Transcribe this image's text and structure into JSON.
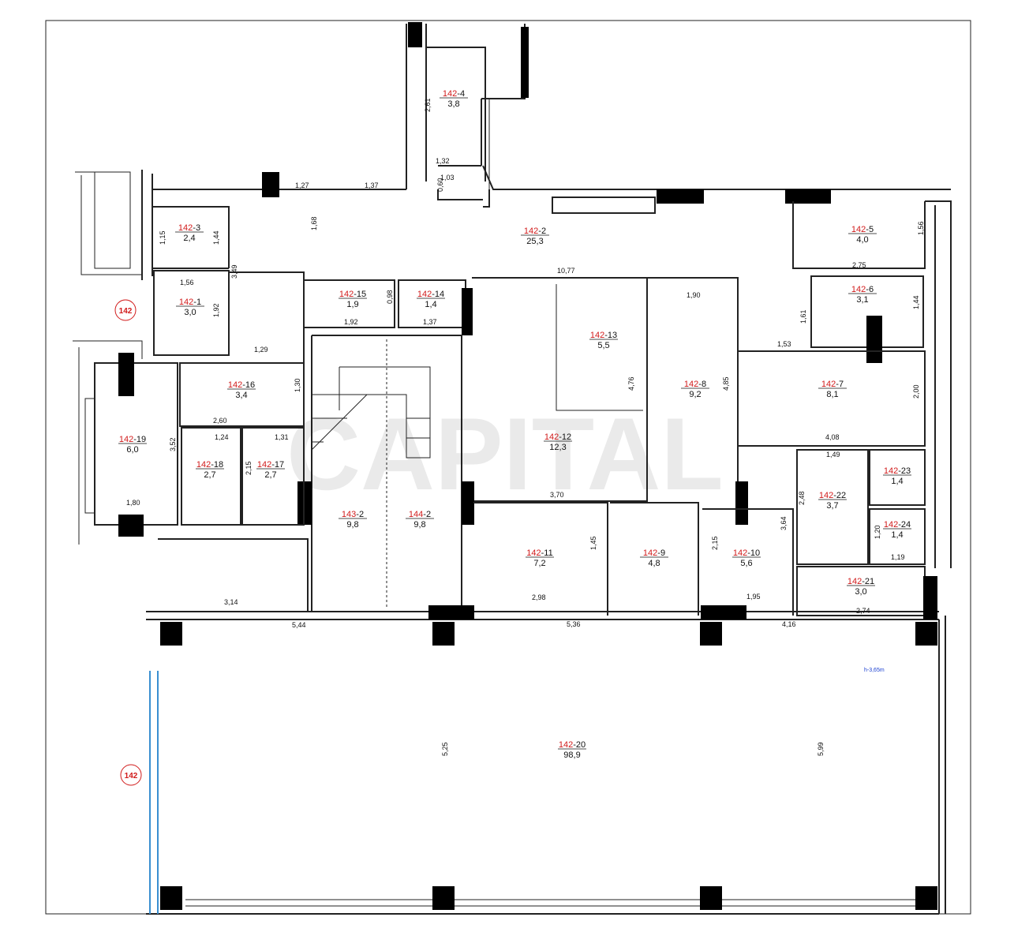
{
  "rooms": [
    {
      "id": "r1",
      "prefix": "142",
      "suffix": "-1",
      "area": "3,0"
    },
    {
      "id": "r2",
      "prefix": "142",
      "suffix": "-2",
      "area": "25,3"
    },
    {
      "id": "r3",
      "prefix": "142",
      "suffix": "-3",
      "area": "2,4"
    },
    {
      "id": "r4",
      "prefix": "142",
      "suffix": "-4",
      "area": "3,8"
    },
    {
      "id": "r5",
      "prefix": "142",
      "suffix": "-5",
      "area": "4,0"
    },
    {
      "id": "r6",
      "prefix": "142",
      "suffix": "-6",
      "area": "3,1"
    },
    {
      "id": "r7",
      "prefix": "142",
      "suffix": "-7",
      "area": "8,1"
    },
    {
      "id": "r8",
      "prefix": "142",
      "suffix": "-8",
      "area": "9,2"
    },
    {
      "id": "r9",
      "prefix": "142",
      "suffix": "-9",
      "area": "4,8"
    },
    {
      "id": "r10",
      "prefix": "142",
      "suffix": "-10",
      "area": "5,6"
    },
    {
      "id": "r11",
      "prefix": "142",
      "suffix": "-11",
      "area": "7,2"
    },
    {
      "id": "r12",
      "prefix": "142",
      "suffix": "-12",
      "area": "12,3"
    },
    {
      "id": "r13",
      "prefix": "142",
      "suffix": "-13",
      "area": "5,5"
    },
    {
      "id": "r14",
      "prefix": "142",
      "suffix": "-14",
      "area": "1,4"
    },
    {
      "id": "r15",
      "prefix": "142",
      "suffix": "-15",
      "area": "1,9"
    },
    {
      "id": "r16",
      "prefix": "142",
      "suffix": "-16",
      "area": "3,4"
    },
    {
      "id": "r17",
      "prefix": "142",
      "suffix": "-17",
      "area": "2,7"
    },
    {
      "id": "r18",
      "prefix": "142",
      "suffix": "-18",
      "area": "2,7"
    },
    {
      "id": "r19",
      "prefix": "142",
      "suffix": "-19",
      "area": "6,0"
    },
    {
      "id": "r20",
      "prefix": "142",
      "suffix": "-20",
      "area": "98,9"
    },
    {
      "id": "r21",
      "prefix": "142",
      "suffix": "-21",
      "area": "3,0"
    },
    {
      "id": "r22",
      "prefix": "142",
      "suffix": "-22",
      "area": "3,7"
    },
    {
      "id": "r23",
      "prefix": "142",
      "suffix": "-23",
      "area": "1,4"
    },
    {
      "id": "r24",
      "prefix": "142",
      "suffix": "-24",
      "area": "1,4"
    },
    {
      "id": "r1432",
      "prefix": "143",
      "suffix": "-2",
      "area": "9,8"
    },
    {
      "id": "r1442",
      "prefix": "144",
      "suffix": "-2",
      "area": "9,8"
    }
  ],
  "dimensions": [
    "2,61",
    "1,32",
    "1,03",
    "0,60",
    "1,27",
    "1,37",
    "1,68",
    "1,15",
    "1,44",
    "3,49",
    "1,56",
    "1,92",
    "0,98",
    "1,92",
    "1,37",
    "10,77",
    "1,90",
    "1,56",
    "2,75",
    "1,61",
    "1,44",
    "1,53",
    "1,29",
    "1,30",
    "2,60",
    "1,24",
    "1,31",
    "2,15",
    "3,52",
    "1,80",
    "4,76",
    "4,85",
    "2,00",
    "4,08",
    "1,49",
    "2,48",
    "1,20",
    "1,19",
    "3,64",
    "3,70",
    "1,45",
    "2,15",
    "2,98",
    "1,95",
    "2,74",
    "3,14",
    "5,44",
    "5,36",
    "4,16",
    "5,25",
    "5,99"
  ],
  "markers": [
    "142",
    "142"
  ],
  "note": "h-3,65m"
}
